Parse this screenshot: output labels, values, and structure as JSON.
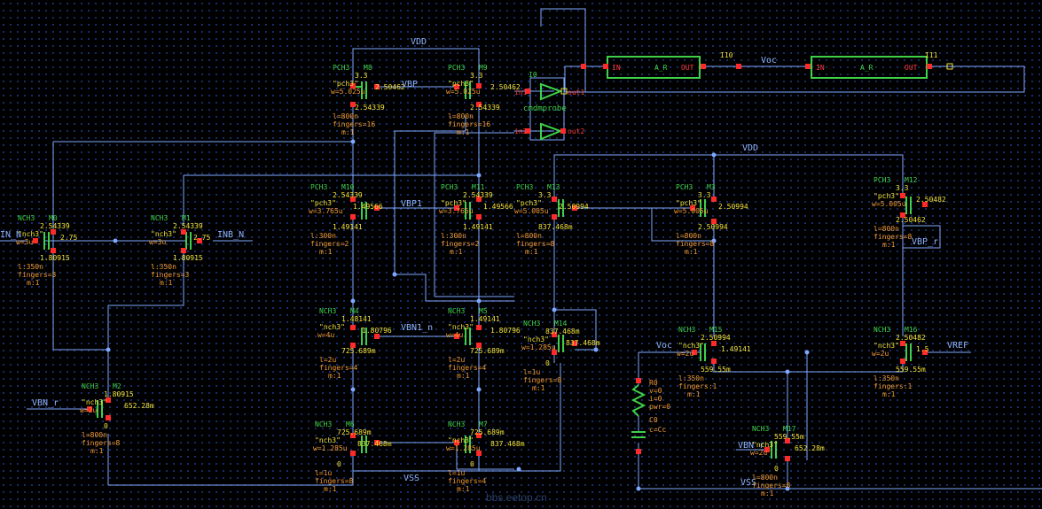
{
  "nets": {
    "vdd_top": "VDD",
    "vdd_right": "VDD",
    "vss_mid": "VSS",
    "vss_right": "VSS",
    "vbp": "VBP",
    "vbp1": "VBP1_",
    "vbn1": "VBN1_n",
    "vbn_r": "VBN_r",
    "vbp_r": "VBP_r",
    "vref": "VREF",
    "voc_mid": "Voc",
    "voc_top": "Voc",
    "inb_n": "INB_N",
    "in_n": "IN_N",
    "vbn_left": "VBN_r"
  },
  "probe": {
    "name": "I0",
    "title": "cmdmprobe",
    "in1": "in1",
    "in2": "in2",
    "out1": "out1",
    "out2": "out2"
  },
  "blocks": [
    {
      "inst": "I10",
      "in": "IN",
      "mid": "A_R",
      "out": "OUT"
    },
    {
      "inst": "I11",
      "in": "IN",
      "mid": "A_R",
      "out": "OUT"
    }
  ],
  "resistor": {
    "inst": "R0",
    "params": [
      "v=0",
      "i=0",
      "pwr=0"
    ],
    "cap_inst": "C0",
    "cap_val": "c=Cc"
  },
  "transistors": [
    {
      "id": "M8",
      "model": "PCH3",
      "vt": "3.3",
      "quoted": "\"pch3\"",
      "w": "w=5.025u",
      "l": "l=800n",
      "fingers": "fingers=16",
      "m": "m:1",
      "vg": "2.50462",
      "vs": "2.54339"
    },
    {
      "id": "M9",
      "model": "PCH3",
      "vt": "3.3",
      "quoted": "\"pch3\"",
      "w": "w=5.025u",
      "l": "l=800n",
      "fingers": "fingers=16",
      "m": "m:1",
      "vg": "2.50462",
      "vs": "2.54339"
    },
    {
      "id": "M10",
      "model": "PCH3",
      "vt": "2.54339",
      "quoted": "\"pch3\"",
      "w": "w=3.765u",
      "l": "l:300n",
      "fingers": "fingers=2",
      "m": "m:1",
      "vg": "1.49566",
      "vs": "1.49141"
    },
    {
      "id": "M11",
      "model": "PCH3",
      "vt": "2.54339",
      "quoted": "\"pch3\"",
      "w": "w=3.765u",
      "l": "l:300n",
      "fingers": "fingers=2",
      "m": "m:1",
      "vg": "1.49566",
      "vs": "1.49141"
    },
    {
      "id": "M13",
      "model": "PCH3",
      "vt": "3.3",
      "quoted": "\"pch3\"",
      "w": "w=5.005u",
      "l": "l=800n",
      "fingers": "fingers=8",
      "m": "m:1",
      "vg": "2.50994",
      "vs": "837.468m"
    },
    {
      "id": "M3",
      "model": "PCH3",
      "vt": "3.3",
      "quoted": "\"pch3\"",
      "w": "w=5.005u",
      "l": "l=800n",
      "fingers": "fingers=8",
      "m": "m:1",
      "vg": "2.50994",
      "vs": "2.50994"
    },
    {
      "id": "M12",
      "model": "PCH3",
      "vt": "3.3",
      "quoted": "\"pch3\"",
      "w": "w=5.005u",
      "l": "l=800n",
      "fingers": "fingers=8",
      "m": "m:1",
      "vg": "2.50482",
      "vs": "2.50462"
    },
    {
      "id": "M0",
      "model": "NCH3",
      "vt": "2.54339",
      "quoted": "\"nch3\"",
      "w": "w=3u",
      "l": "l:350n",
      "fingers": "fingers=3",
      "m": "m:1",
      "vg": "2.75",
      "vs": "1.80915"
    },
    {
      "id": "M1",
      "model": "NCH3",
      "vt": "2.54339",
      "quoted": "\"nch3\"",
      "w": "w=3u",
      "l": "l:350n",
      "fingers": "fingers=3",
      "m": "m:1",
      "vg": "2.75",
      "vs": "1.80915"
    },
    {
      "id": "M2",
      "model": "NCH3",
      "vt": "1.80915",
      "quoted": "\"nch3\"",
      "w": "w=2u",
      "l": "l=800n",
      "fingers": "fingers=8",
      "m": "m:1",
      "vg": "652.28m",
      "vs": "0"
    },
    {
      "id": "M4",
      "model": "NCH3",
      "vt": "1.48141",
      "quoted": "\"nch3\"",
      "w": "w=4u",
      "l": "l=2u",
      "fingers": "fingers=4",
      "m": "m:1",
      "vg": "1.80796",
      "vs": "725.689m"
    },
    {
      "id": "M5",
      "model": "NCH3",
      "vt": "1.49141",
      "quoted": "\"nch3\"",
      "w": "w=4u",
      "l": "l=2u",
      "fingers": "fingers=4",
      "m": "m:1",
      "vg": "1.80796",
      "vs": "725.689m"
    },
    {
      "id": "M6",
      "model": "NCH3",
      "vt": "725.689m",
      "quoted": "\"nch3\"",
      "w": "w=1.285u",
      "l": "l=1u",
      "fingers": "fingers=8",
      "m": "m:1",
      "vg": "837.468m",
      "vs": "0"
    },
    {
      "id": "M7",
      "model": "NCH3",
      "vt": "725.689m",
      "quoted": "\"nch3\"",
      "w": "w=1.285u",
      "l": "l=1u",
      "fingers": "fingers=4",
      "m": "m:1",
      "vg": "837.468m",
      "vs": "0"
    },
    {
      "id": "M14",
      "model": "NCH3",
      "vt": "837.468m",
      "quoted": "\"nch3\"",
      "w": "w=1.285u",
      "l": "l=1u",
      "fingers": "fingers=8",
      "m": "m:1",
      "vg": "837.468m",
      "vs": "0"
    },
    {
      "id": "M15",
      "model": "NCH3",
      "vt": "2.50994",
      "quoted": "\"nch3\"",
      "w": "w=2u",
      "l": "l:350n",
      "fingers": "fingers:1",
      "m": "m:1",
      "vg": "1.49141",
      "vs": "559.55m"
    },
    {
      "id": "M16",
      "model": "NCH3",
      "vt": "2.50482",
      "quoted": "\"nch3\"",
      "w": "w=2u",
      "l": "l:350n",
      "fingers": "fingers:1",
      "m": "m:1",
      "vg": "1.5",
      "vs": "559.55m"
    },
    {
      "id": "M17",
      "model": "NCH3",
      "vt": "559.55m",
      "quoted": "\"nch3\"",
      "w": "w=2u",
      "l": "l=800n",
      "fingers": "fingers=8",
      "m": "m:1",
      "vg": "652.28m",
      "vs": "0"
    }
  ],
  "watermark": "bbs.eetop.cn",
  "colors": {
    "wire": "#7fa8ff",
    "device": "#3fd04a",
    "pin": "#ff2a2a",
    "param": "#f2e23a",
    "instname": "#3fd04a",
    "orange": "#f09a35"
  }
}
